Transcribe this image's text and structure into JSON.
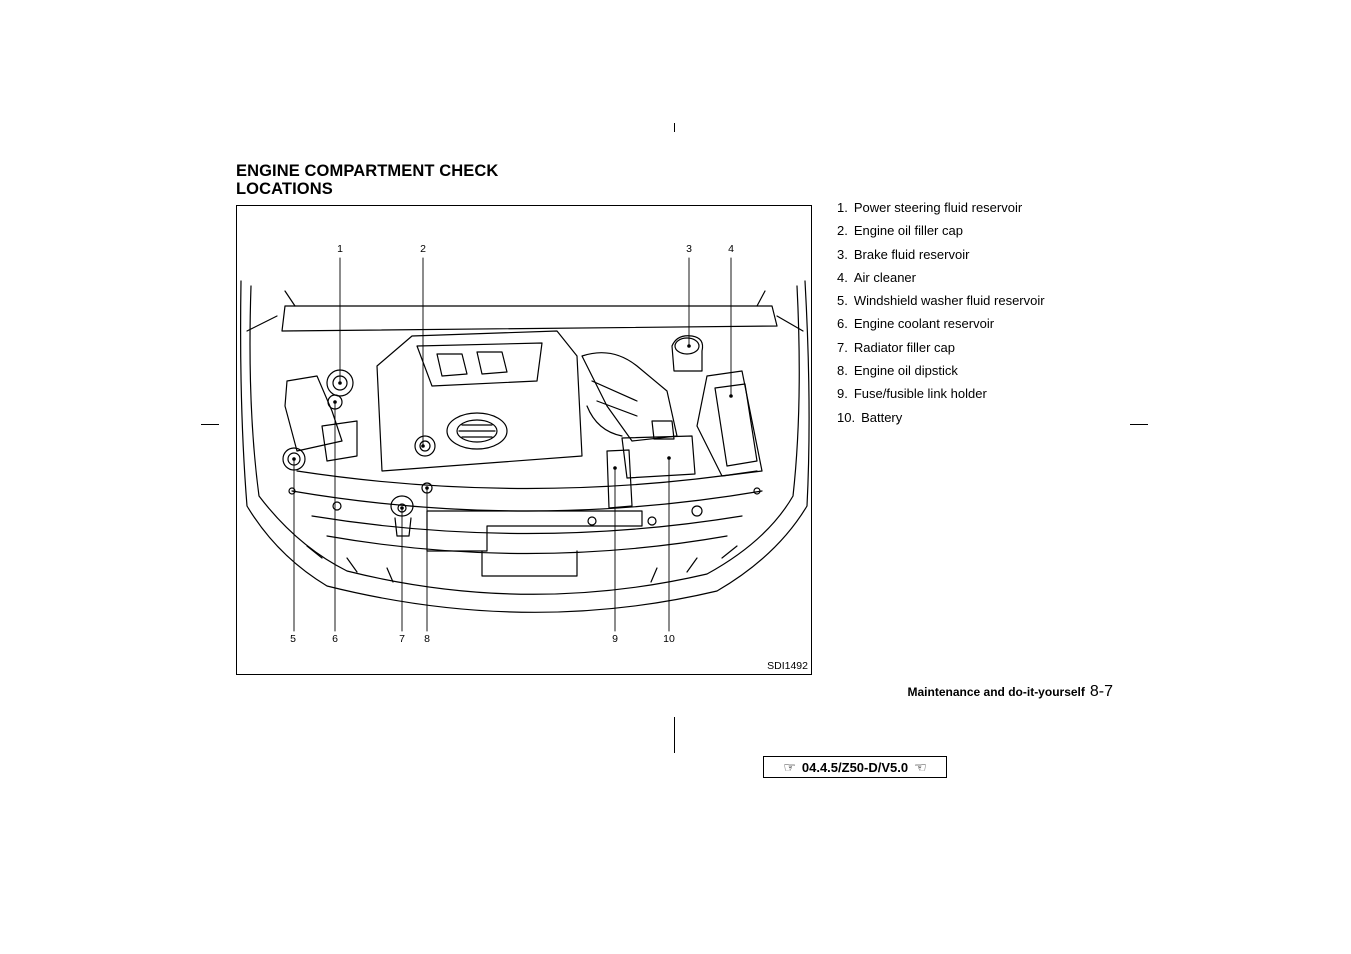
{
  "heading": {
    "line1": "ENGINE COMPARTMENT CHECK",
    "line2": "LOCATIONS"
  },
  "figure": {
    "code": "SDI1492",
    "callouts_top": [
      "1",
      "2",
      "3",
      "4"
    ],
    "callouts_bottom": [
      "5",
      "6",
      "7",
      "8",
      "9",
      "10"
    ]
  },
  "legend": [
    {
      "num": "1.",
      "label": "Power steering fluid reservoir"
    },
    {
      "num": "2.",
      "label": "Engine oil filler cap"
    },
    {
      "num": "3.",
      "label": "Brake fluid reservoir"
    },
    {
      "num": "4.",
      "label": "Air cleaner"
    },
    {
      "num": "5.",
      "label": "Windshield washer fluid reservoir"
    },
    {
      "num": "6.",
      "label": "Engine coolant reservoir"
    },
    {
      "num": "7.",
      "label": "Radiator filler cap"
    },
    {
      "num": "8.",
      "label": "Engine oil dipstick"
    },
    {
      "num": "9.",
      "label": "Fuse/fusible link holder"
    },
    {
      "num": "10.",
      "label": "Battery"
    }
  ],
  "footer": {
    "section": "Maintenance and do-it-yourself",
    "page": "8-7"
  },
  "version": {
    "label": "04.4.5/Z50-D/V5.0",
    "left_icon": "pointing-hand-right-icon",
    "right_icon": "pointing-hand-left-icon"
  }
}
